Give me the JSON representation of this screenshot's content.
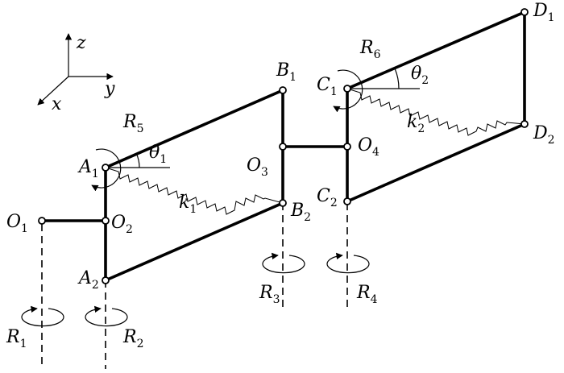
{
  "labels": {
    "O1": {
      "main": "O",
      "sub": "1"
    },
    "O2": {
      "main": "O",
      "sub": "2"
    },
    "O3": {
      "main": "O",
      "sub": "3"
    },
    "O4": {
      "main": "O",
      "sub": "4"
    },
    "A1": {
      "main": "A",
      "sub": "1"
    },
    "A2": {
      "main": "A",
      "sub": "2"
    },
    "B1": {
      "main": "B",
      "sub": "1"
    },
    "B2": {
      "main": "B",
      "sub": "2"
    },
    "C1": {
      "main": "C",
      "sub": "1"
    },
    "C2": {
      "main": "C",
      "sub": "2"
    },
    "D1": {
      "main": "D",
      "sub": "1"
    },
    "D2": {
      "main": "D",
      "sub": "2"
    },
    "R1": {
      "main": "R",
      "sub": "1"
    },
    "R2": {
      "main": "R",
      "sub": "2"
    },
    "R3": {
      "main": "R",
      "sub": "3"
    },
    "R4": {
      "main": "R",
      "sub": "4"
    },
    "R5": {
      "main": "R",
      "sub": "5"
    },
    "R6": {
      "main": "R",
      "sub": "6"
    },
    "k1": {
      "main": "k",
      "sub": "1"
    },
    "k2": {
      "main": "k",
      "sub": "2"
    },
    "theta1": {
      "main": "θ",
      "sub": "1"
    },
    "theta2": {
      "main": "θ",
      "sub": "2"
    }
  },
  "axes": {
    "x": "x",
    "y": "y",
    "z": "z"
  }
}
